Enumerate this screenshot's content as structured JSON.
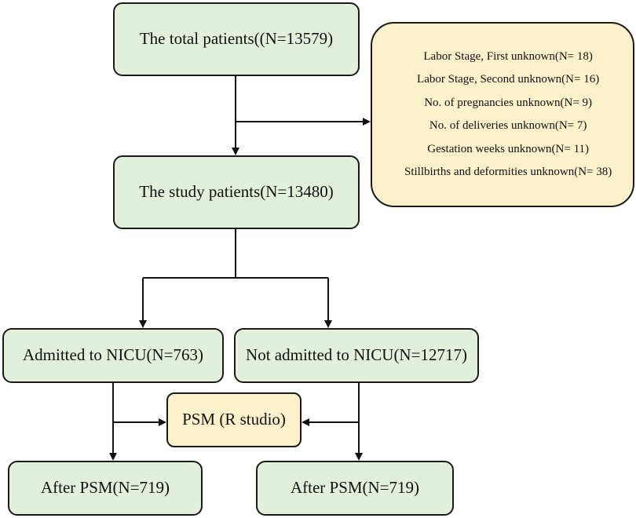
{
  "boxes": {
    "total": "The total patients((N=13579)",
    "study": "The study patients(N=13480)",
    "nicu": "Admitted to NICU(N=763)",
    "no_nicu": "Not admitted to NICU(N=12717)",
    "psm": "PSM (R studio)",
    "after_left": "After PSM(N=719)",
    "after_right": "After PSM(N=719)"
  },
  "exclusions": [
    "Labor Stage, First unknown(N= 18)",
    "Labor Stage, Second unknown(N= 16)",
    "No. of pregnancies unknown(N= 9)",
    "No. of deliveries unknown(N= 7)",
    "Gestation weeks unknown(N= 11)",
    "Stillbirths and deformities unknown(N= 38)"
  ],
  "colors": {
    "main_box_fill": "#e2efda",
    "side_box_fill": "#fdf1cb",
    "border": "#1a1a1a"
  }
}
